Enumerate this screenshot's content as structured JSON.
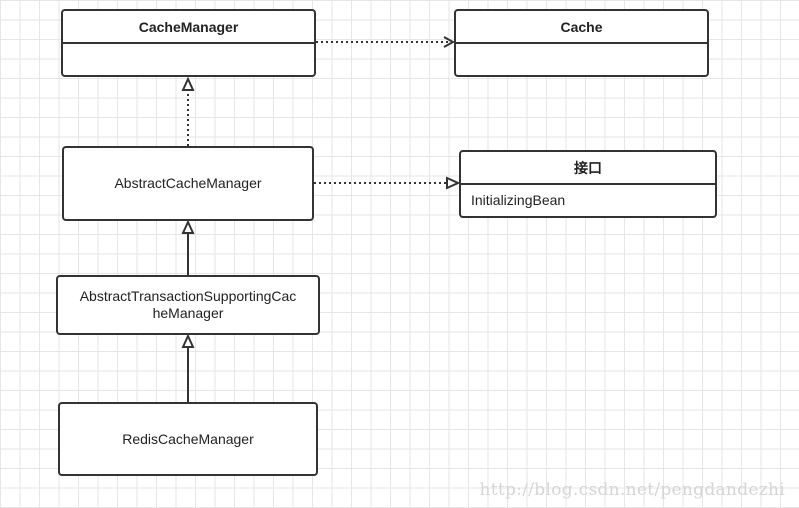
{
  "diagram": {
    "nodes": {
      "cache_manager": {
        "title": "CacheManager",
        "body": ""
      },
      "cache": {
        "title": "Cache",
        "body": ""
      },
      "abstract_cache_manager": {
        "label": "AbstractCacheManager"
      },
      "interface_box": {
        "title": "接口",
        "body": "InitializingBean"
      },
      "abstract_tx_cache_manager": {
        "label_line1": "AbstractTransactionSupportingCac",
        "label_line2": "heManager"
      },
      "redis_cache_manager": {
        "label": "RedisCacheManager"
      }
    },
    "edges": [
      {
        "from": "cache_manager",
        "to": "cache",
        "style": "dotted",
        "arrow": "open"
      },
      {
        "from": "abstract_cache_manager",
        "to": "cache_manager",
        "style": "dotted",
        "arrow": "hollow-triangle"
      },
      {
        "from": "abstract_cache_manager",
        "to": "interface_box",
        "style": "dotted",
        "arrow": "hollow-triangle"
      },
      {
        "from": "abstract_tx_cache_manager",
        "to": "abstract_cache_manager",
        "style": "solid",
        "arrow": "hollow-triangle"
      },
      {
        "from": "redis_cache_manager",
        "to": "abstract_tx_cache_manager",
        "style": "solid",
        "arrow": "hollow-triangle"
      }
    ]
  },
  "watermark": "http://blog.csdn.net/pengdandezhi",
  "colors": {
    "stroke": "#333333",
    "grid": "#e6e6e6",
    "watermark": "#d5d5d5"
  }
}
